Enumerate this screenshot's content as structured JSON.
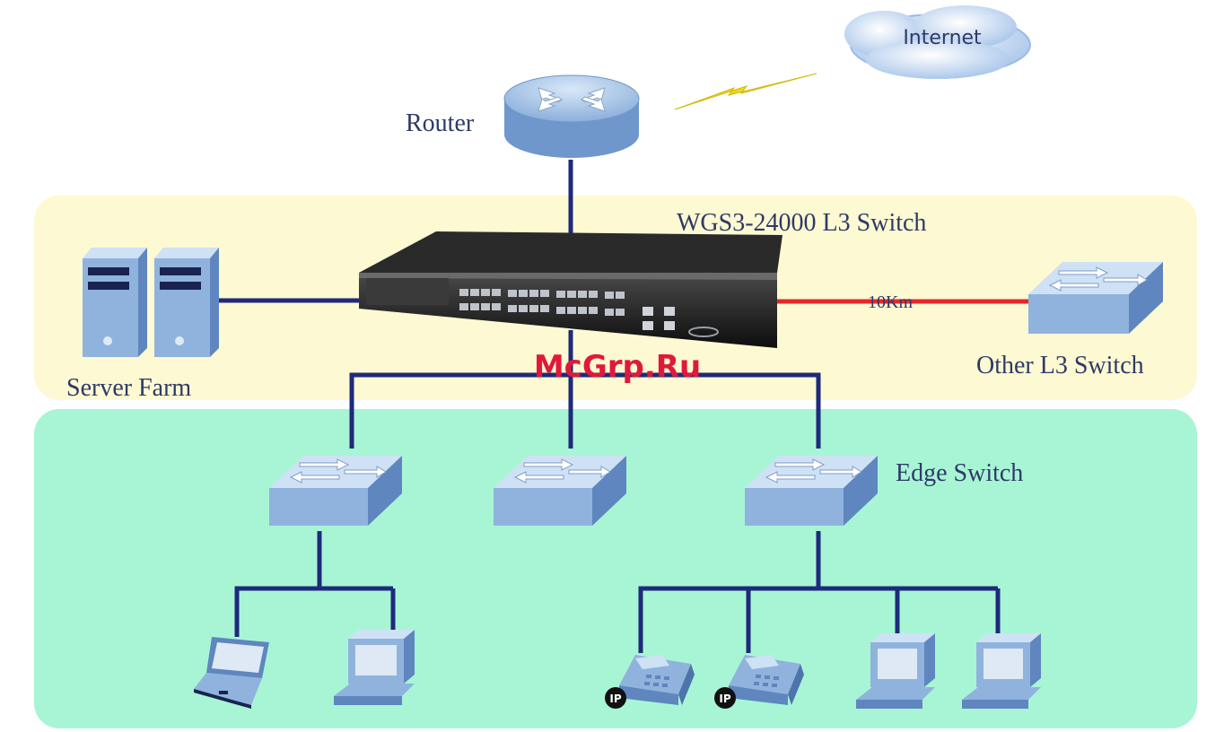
{
  "labels": {
    "internet": "Internet",
    "router": "Router",
    "l3_switch": "WGS3-24000 L3 Switch",
    "server_farm": "Server Farm",
    "distance": "10Km",
    "other_l3_switch": "Other L3 Switch",
    "edge_switch": "Edge Switch",
    "ip_badge": "IP"
  },
  "watermark": "McGrp.Ru",
  "colors": {
    "core_zone": "#fdf9d2",
    "edge_zone": "#a8f5d6",
    "link": "#1f2a7a",
    "long_link": "#e8262b",
    "device": "#8fb3dd",
    "device_top": "#cfe1f5",
    "device_side": "#5f86be",
    "cloud": "#bcd3f0",
    "bolt": "#f0d622",
    "watermark": "#e0193a"
  }
}
